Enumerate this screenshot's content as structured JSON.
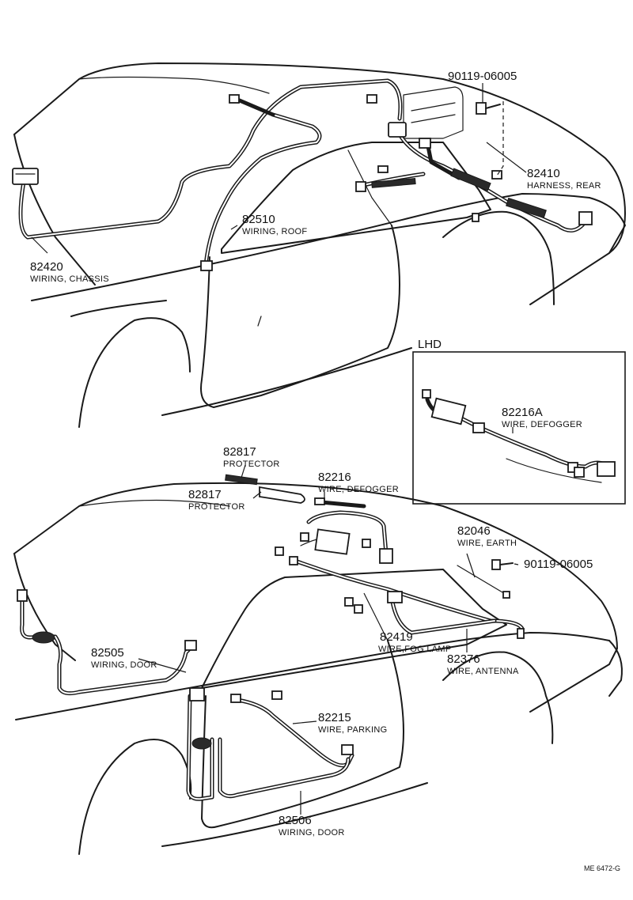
{
  "callouts": [
    {
      "number": "90119-06005",
      "label": ""
    },
    {
      "number": "82410",
      "label": "HARNESS, REAR"
    },
    {
      "number": "82510",
      "label": "WIRING, ROOF"
    },
    {
      "number": "82420",
      "label": "WIRING, CHASSIS"
    },
    {
      "number": "82216A",
      "label": "WIRE, DEFOGGER"
    },
    {
      "number": "82817",
      "label": "PROTECTOR"
    },
    {
      "number": "82216",
      "label": "WIRE, DEFOGGER"
    },
    {
      "number": "82817",
      "label": "PROTECTOR"
    },
    {
      "number": "82046",
      "label": "WIRE, EARTH"
    },
    {
      "number": "90119-06005",
      "label": ""
    },
    {
      "number": "82505",
      "label": "WIRING, DOOR"
    },
    {
      "number": "82419",
      "label": "WIRE,FOG LAMP"
    },
    {
      "number": "82376",
      "label": "WIRE, ANTENNA"
    },
    {
      "number": "82215",
      "label": "WIRE, PARKING"
    },
    {
      "number": "82506",
      "label": "WIRING, DOOR"
    }
  ],
  "inset_label": "LHD",
  "figure_code": "ME  6472-G"
}
